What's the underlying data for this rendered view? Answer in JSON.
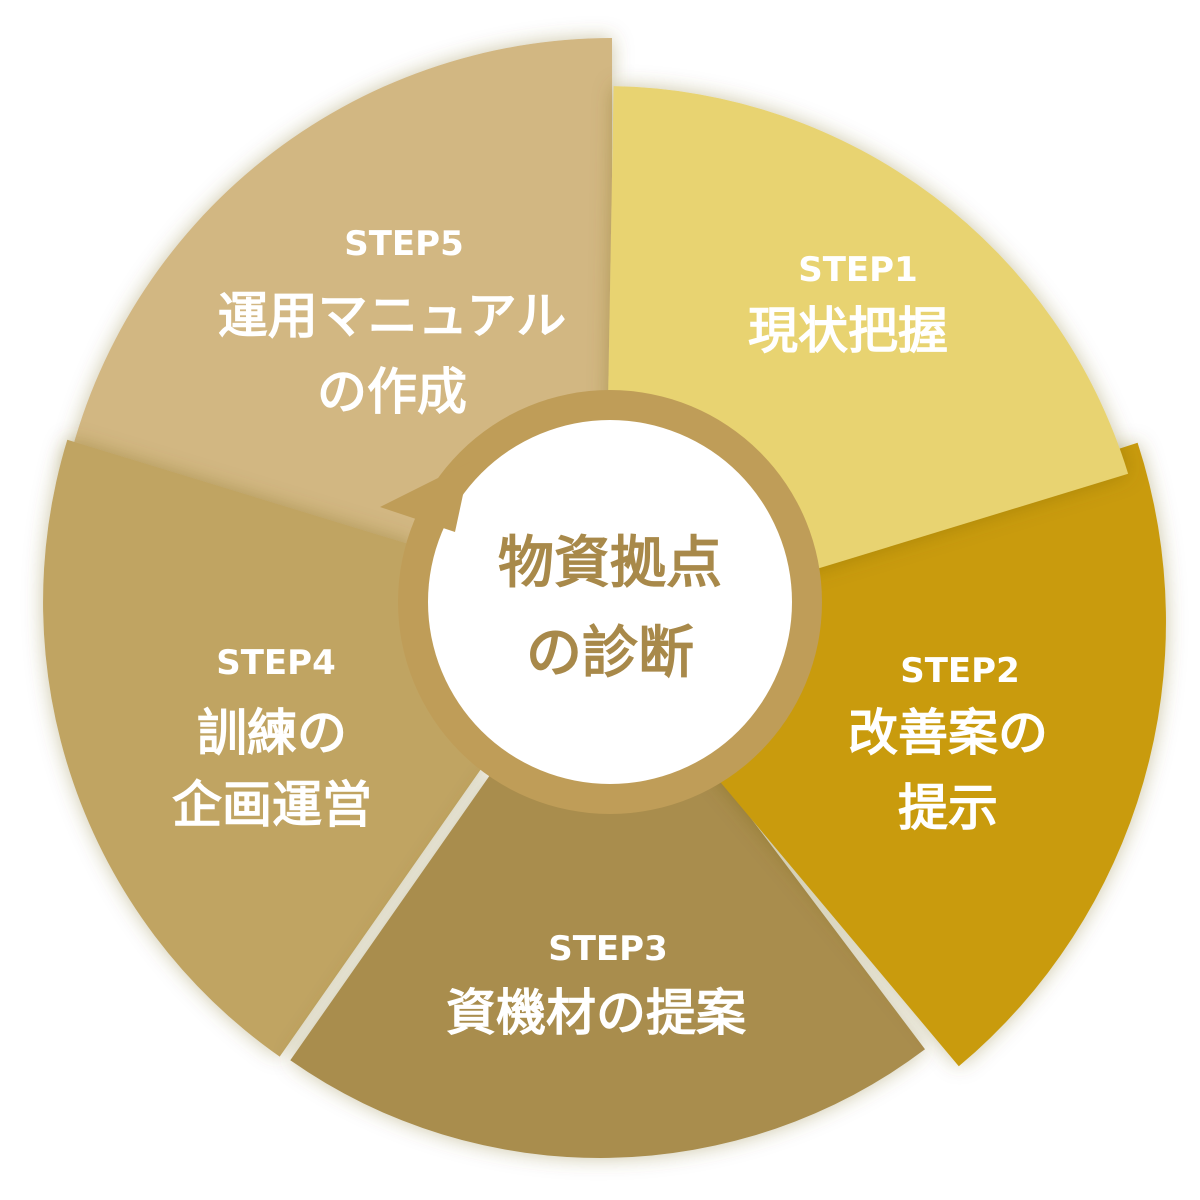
{
  "center": {
    "lines": [
      "物資拠点",
      "の診断"
    ]
  },
  "colors": {
    "step1": "#e8d371",
    "step2": "#c99b0c",
    "step3": "#a98d4d",
    "step4": "#c0a462",
    "step5": "#d2b782",
    "ring": "#bf9d58",
    "center_fill": "#ffffff",
    "center_text": "#a8894a",
    "label_text": "#ffffff"
  },
  "steps": [
    {
      "num": "STEP1",
      "title_lines": [
        "現状把握"
      ]
    },
    {
      "num": "STEP2",
      "title_lines": [
        "改善案の",
        "提示"
      ]
    },
    {
      "num": "STEP3",
      "title_lines": [
        "資機材の提案"
      ]
    },
    {
      "num": "STEP4",
      "title_lines": [
        "訓練の",
        "企画運営"
      ]
    },
    {
      "num": "STEP5",
      "title_lines": [
        "運用マニュアル",
        "の作成"
      ]
    }
  ]
}
